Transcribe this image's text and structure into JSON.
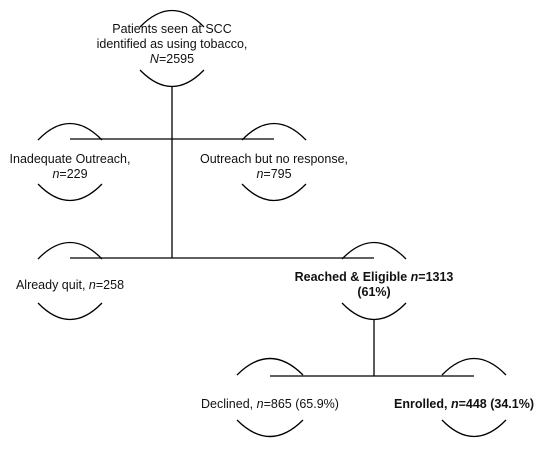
{
  "nodes": {
    "top": {
      "line1": "Patients seen at SCC",
      "line2": "identified as using tobacco,",
      "var": "N",
      "val": "=2595"
    },
    "inadequate": {
      "line1": "Inadequate Outreach,",
      "var": "n",
      "val": "=229"
    },
    "no_response": {
      "line1": "Outreach but no response,",
      "var": "n",
      "val": "=795"
    },
    "quit": {
      "label": "Already quit, ",
      "var": "n",
      "val": "=258"
    },
    "eligible": {
      "label": "Reached & Eligible ",
      "var": "n",
      "val": "=1313",
      "pct": "(61%)"
    },
    "declined": {
      "label": "Declined, ",
      "var": "n",
      "val": "=865 (65.9%)"
    },
    "enrolled": {
      "label": "Enrolled, ",
      "var": "n",
      "val": "=448 (34.1%)"
    }
  },
  "colors": {
    "stroke": "#000000",
    "text": "#111111"
  }
}
